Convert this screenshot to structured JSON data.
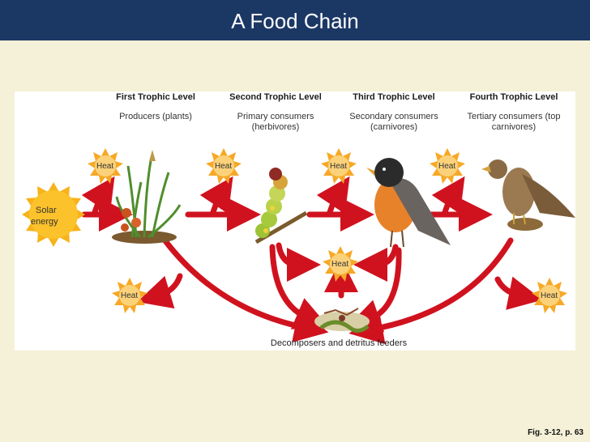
{
  "title": "A Food Chain",
  "levels": [
    {
      "title": "First Trophic Level",
      "subtitle": "Producers (plants)"
    },
    {
      "title": "Second Trophic Level",
      "subtitle": "Primary consumers (herbivores)"
    },
    {
      "title": "Third Trophic Level",
      "subtitle": "Secondary consumers (carnivores)"
    },
    {
      "title": "Fourth Trophic Level",
      "subtitle": "Tertiary consumers (top carnivores)"
    }
  ],
  "solar_label": "Solar energy",
  "heat_label": "Heat",
  "decomposers_label": "Decomposers and detritus feeders",
  "caption": "Fig. 3-12, p. 63",
  "colors": {
    "arrow": "#d0121f",
    "sun": "#f7b31b",
    "heat": "#f7a825",
    "title_bar": "#1b3865"
  }
}
